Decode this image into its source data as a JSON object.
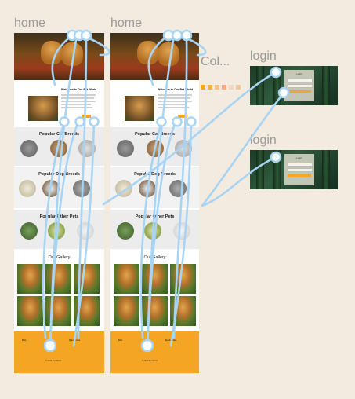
{
  "canvas": {
    "background": "#f3ebe0",
    "wire_color": "#a8d4f4"
  },
  "frames": [
    {
      "label": "home",
      "about_heading": "Welcome to Our Pet World",
      "sections": [
        {
          "title": "Popular Cat Breeds"
        },
        {
          "title": "Popular Dog Breeds"
        },
        {
          "title": "Popular Other Pets"
        }
      ],
      "gallery_title": "Our Gallery",
      "footer": {
        "brand": "Pets",
        "links_heading": "Quick Links",
        "copyright": "© 2024 Pet World"
      }
    },
    {
      "label": "home",
      "about_heading": "Welcome to Our Pet World",
      "sections": [
        {
          "title": "Popular Cat Breeds"
        },
        {
          "title": "Popular Dog Breeds"
        },
        {
          "title": "Popular Other Pets"
        }
      ],
      "gallery_title": "Our Gallery",
      "footer": {
        "brand": "Pets",
        "links_heading": "Quick Links",
        "copyright": "© 2024 Pet World"
      }
    }
  ],
  "colors_frame": {
    "label": "Col...",
    "swatches": [
      "#f3a523",
      "#f6b04a",
      "#f5c27a",
      "#f8a98c",
      "#f2d6c4",
      "#e8c9a0"
    ]
  },
  "login_frames": [
    {
      "label": "login",
      "card_title": "Login",
      "button_label": "Login"
    },
    {
      "label": "login",
      "card_title": "Login",
      "button_label": "Login"
    }
  ]
}
